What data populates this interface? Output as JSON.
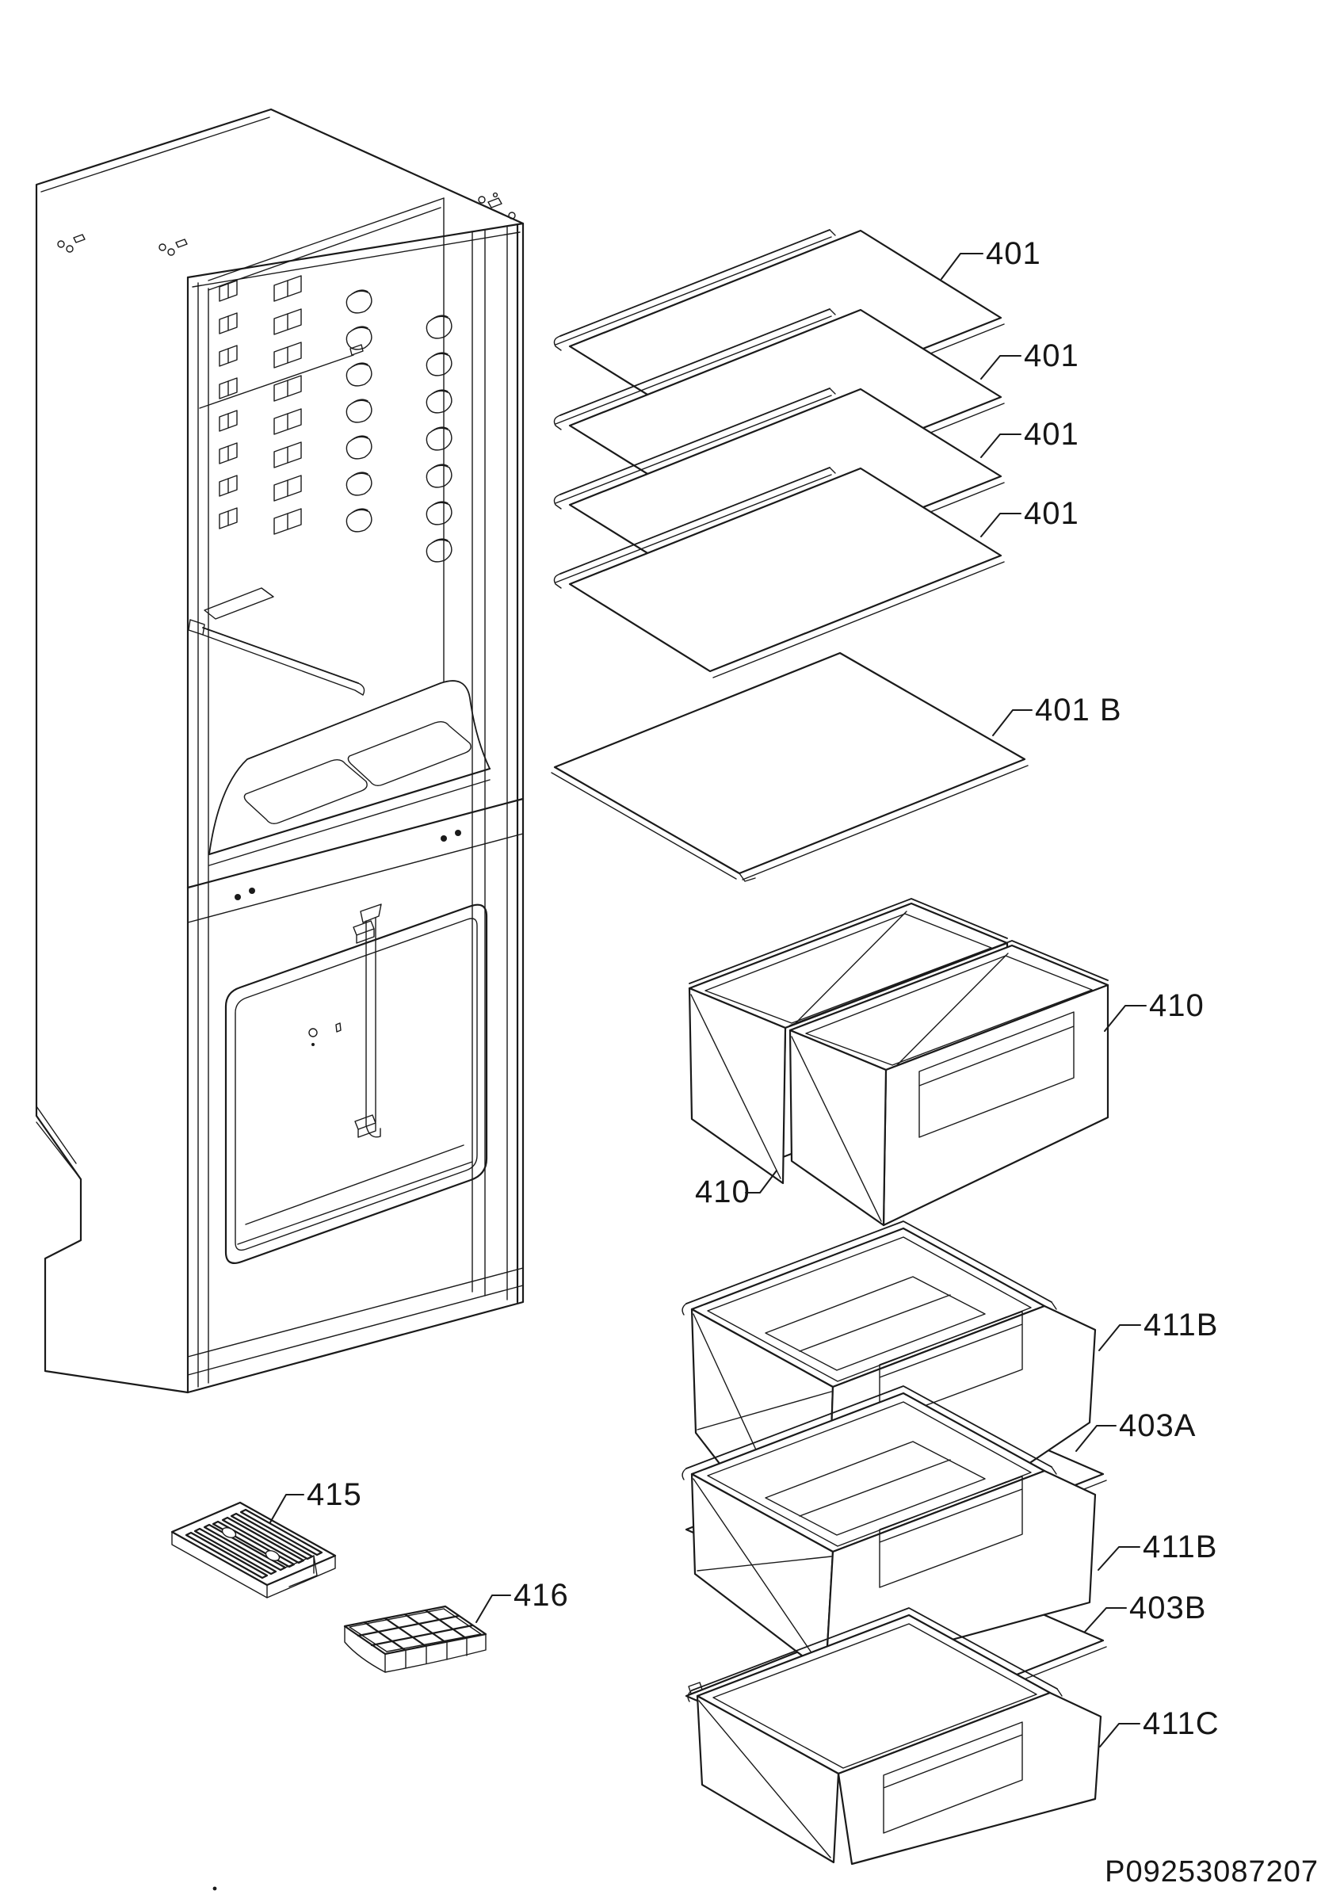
{
  "document": {
    "kind": "exploded-parts-diagram",
    "subject": "refrigerator-freezer cabinet with shelves, drawers and accessories"
  },
  "colors": {
    "ink": "#1a1a1a",
    "background": "#ffffff"
  },
  "callouts": [
    {
      "part": "glass-shelf-1",
      "label": "401"
    },
    {
      "part": "glass-shelf-2",
      "label": "401"
    },
    {
      "part": "glass-shelf-3",
      "label": "401"
    },
    {
      "part": "glass-shelf-4",
      "label": "401"
    },
    {
      "part": "bottom-glass-shelf",
      "label": "401 B"
    },
    {
      "part": "basket-pair-right",
      "label": "410"
    },
    {
      "part": "basket-pair-left",
      "label": "410"
    },
    {
      "part": "freezer-drawer-upper",
      "label": "411B"
    },
    {
      "part": "freezer-glass-a",
      "label": "403A"
    },
    {
      "part": "freezer-drawer-middle",
      "label": "411B"
    },
    {
      "part": "freezer-glass-b",
      "label": "403B"
    },
    {
      "part": "freezer-drawer-bottom",
      "label": "411C"
    },
    {
      "part": "vent-grille",
      "label": "415"
    },
    {
      "part": "ice-cube-tray",
      "label": "416"
    }
  ],
  "footer": {
    "part_code": "P09253087207"
  }
}
